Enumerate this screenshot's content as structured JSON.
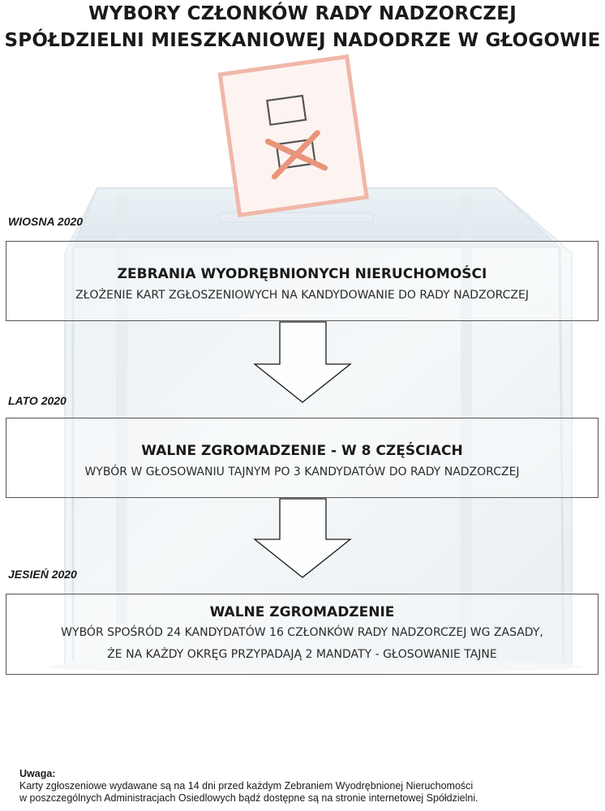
{
  "title": {
    "line1": "WYBORY CZŁONKÓW RADY NADZORCZEJ",
    "line2": "SPÓŁDZIELNI MIESZKANIOWEJ NADODRZE W GŁOGOWIE"
  },
  "steps": [
    {
      "season": "WIOSNA 2020",
      "heading": "ZEBRANIA WYODRĘBNIONYCH NIERUCHOMOŚCI",
      "lines": [
        "ZŁOŻENIE KART ZGŁOSZENIOWYCH NA KANDYDOWANIE DO RADY NADZORCZEJ"
      ]
    },
    {
      "season": "LATO 2020",
      "heading": "WALNE ZGROMADZENIE - W 8 CZĘŚCIACH",
      "lines": [
        "WYBÓR W GŁOSOWANIU TAJNYM PO 3 KANDYDATÓW DO RADY NADZORCZEJ"
      ]
    },
    {
      "season": "JESIEŃ 2020",
      "heading": "WALNE ZGROMADZENIE",
      "lines": [
        "WYBÓR SPOŚRÓD 24 KANDYDATÓW 16 CZŁONKÓW RADY NADZORCZEJ WG ZASADY,",
        "ŻE NA KAŻDY OKRĘG PRZYPADAJĄ 2 MANDATY - GŁOSOWANIE TAJNE"
      ]
    }
  ],
  "note": {
    "label": "Uwaga:",
    "line1": "Karty zgłoszeniowe wydawane są na 14 dni przed każdym Zebraniem Wyodrębnionej Nieruchomości",
    "line2": "w poszczególnych Administracjach Osiedlowych bądź dostępne są na stronie internetowej Spółdzielni."
  },
  "colors": {
    "ballot_mark": "#e8957a",
    "box_tint": "#dde7ee"
  },
  "icons": {
    "ballot": "ballot-paper-icon",
    "urn": "ballot-box-icon"
  }
}
